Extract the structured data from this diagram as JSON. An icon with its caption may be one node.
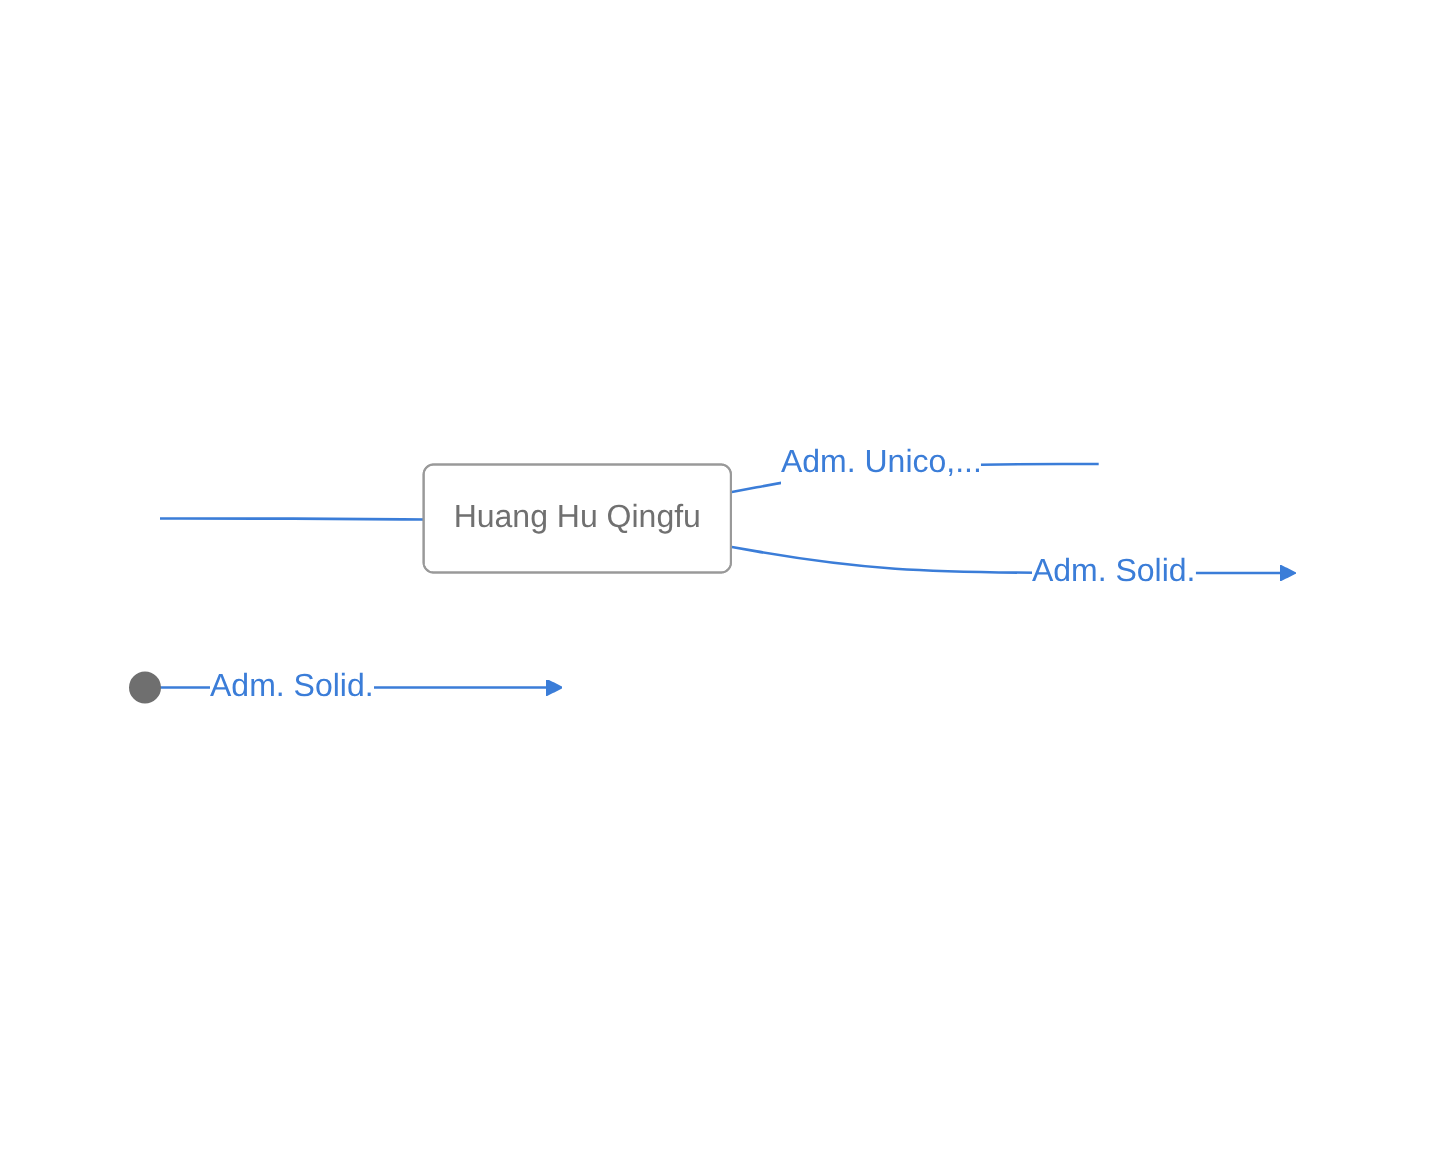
{
  "diagram": {
    "nodes": [
      {
        "text": [
          "Huang Hu Qingfu"
        ]
      },
      {
        "text": [],
        "shape": "person"
      }
    ],
    "edges": [
      {
        "from": 0,
        "to": null,
        "arrow": "to",
        "label": "Adm. Solid."
      },
      {
        "from": 1,
        "to": null,
        "arrow": "to",
        "label": "Adm. Solid."
      },
      {
        "from": 0,
        "to": null,
        "arrow": "none",
        "label": "Adm. Unico,..."
      },
      {
        "from": null,
        "to": 0,
        "arrow": "none"
      }
    ]
  }
}
